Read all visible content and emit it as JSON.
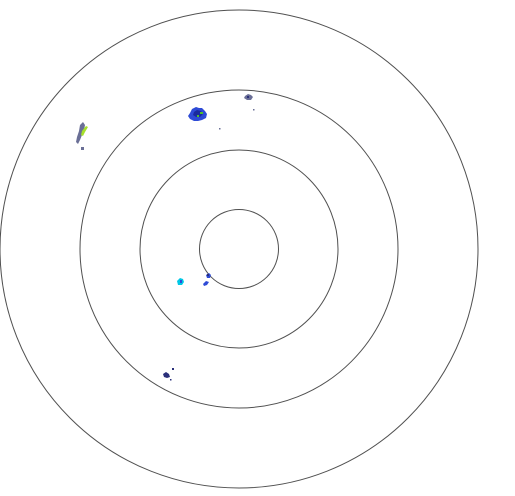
{
  "radar": {
    "range_ring_count": 4,
    "ring_color": "#505050",
    "background_color": "#ffffff",
    "echo_colors": {
      "light_blue": "#6fb3ff",
      "blue": "#2e4bd6",
      "dark_blue": "#1a2a9e",
      "navy": "#2a2f7a",
      "gray_blue": "#6a6f96",
      "cyan": "#00c8e6",
      "green": "#4fbf2a",
      "yellow_green": "#a6e02a"
    },
    "echoes": [
      {
        "name": "echo-north-cluster",
        "intensity": "moderate",
        "colors": [
          "blue",
          "dark_blue",
          "green"
        ]
      },
      {
        "name": "echo-north-small",
        "intensity": "light",
        "colors": [
          "gray_blue"
        ]
      },
      {
        "name": "echo-northwest-streak",
        "intensity": "moderate",
        "colors": [
          "gray_blue",
          "yellow_green"
        ]
      },
      {
        "name": "echo-near-center-southwest",
        "intensity": "light",
        "colors": [
          "cyan",
          "blue"
        ]
      },
      {
        "name": "echo-near-center",
        "intensity": "light",
        "colors": [
          "blue",
          "navy"
        ]
      },
      {
        "name": "echo-south-small",
        "intensity": "light",
        "colors": [
          "navy"
        ]
      }
    ]
  }
}
